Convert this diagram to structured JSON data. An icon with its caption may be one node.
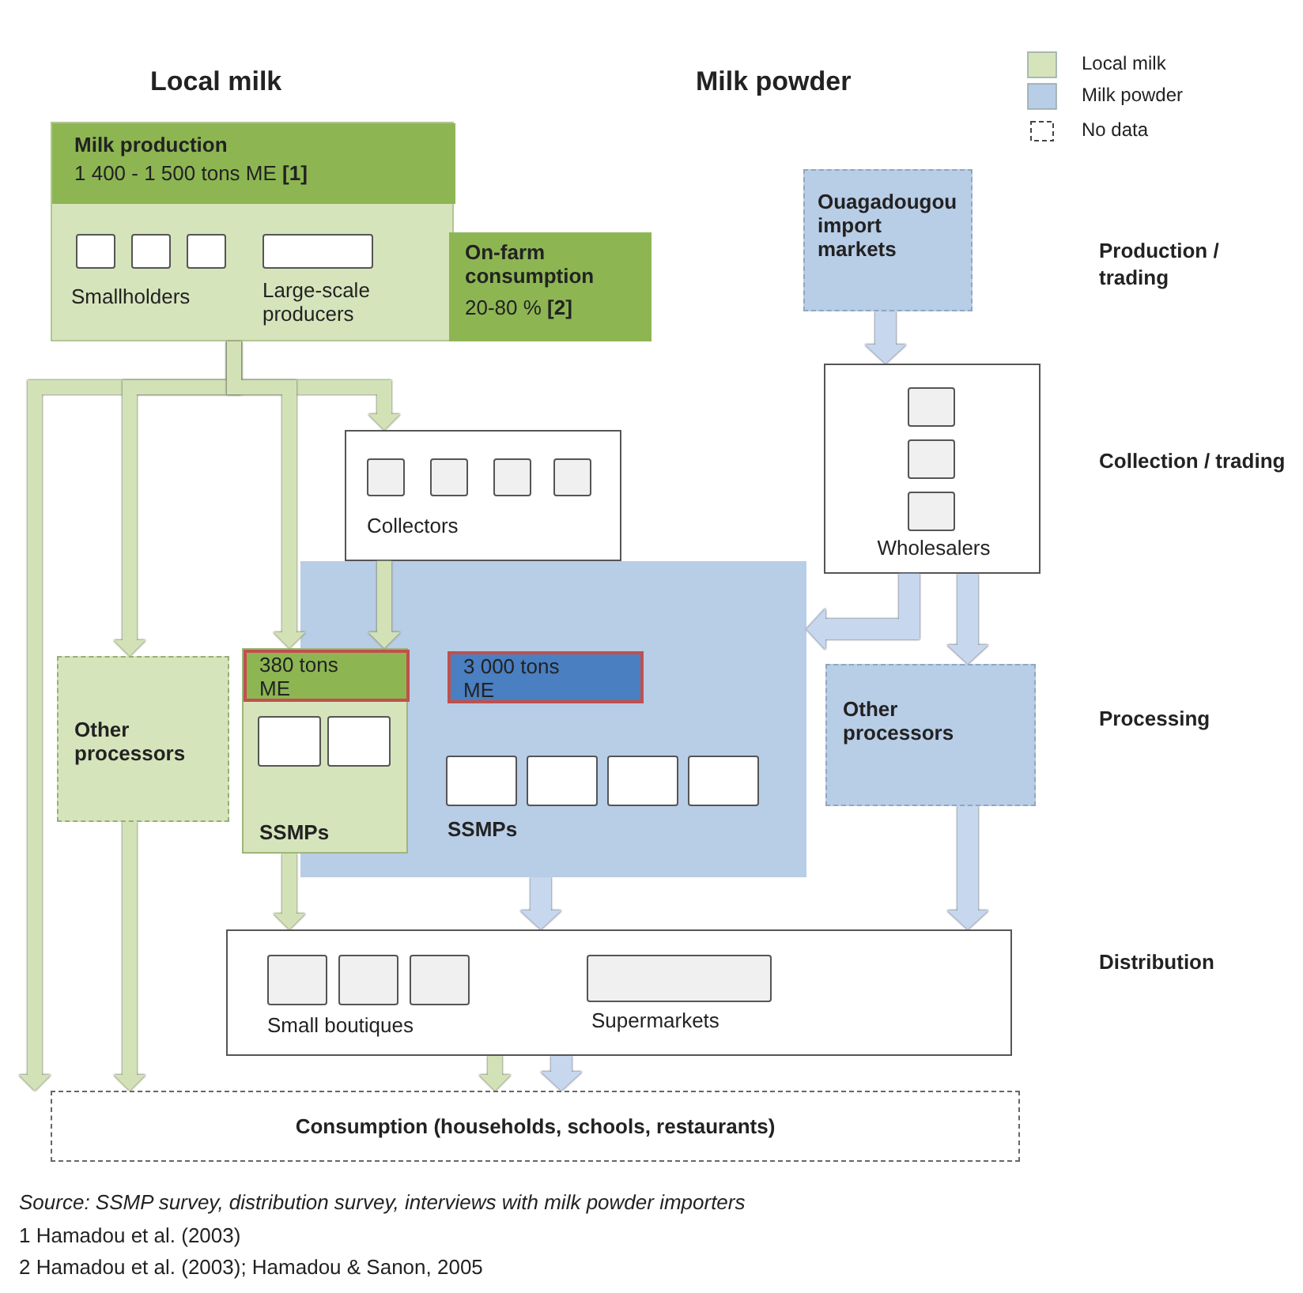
{
  "diagram": {
    "nodes": [
      {
        "text": [
          "Milk production",
          "1 400 - 1 500 tons ME **[1]**",
          "Smallholders",
          "Large-scale producers"
        ]
      },
      {
        "text": [
          "On-farm consumption",
          "20-80 % **[2]**"
        ]
      },
      {
        "text": [
          "Collectors"
        ]
      },
      {
        "text": [
          "Other processors"
        ]
      },
      {
        "text": [
          "SSMPs"
        ]
      },
      {
        "text": [
          "380 tons ME",
          "SSMPs"
        ]
      },
      {
        "text": [
          "3 000 tons ME"
        ],
        "in": 4
      },
      {
        "text": [
          "Ouagadougou import markets"
        ]
      },
      {
        "text": [
          "Wholesalers"
        ]
      },
      {
        "text": [
          "Other processors"
        ]
      },
      {
        "text": [
          "Small boutiques",
          "Supermarkets"
        ]
      },
      {
        "text": [
          "Consumption (households, schools, restaurants)"
        ]
      }
    ],
    "edges": [
      {
        "from": 0,
        "to": 11,
        "arrow": "to"
      },
      {
        "from": 0,
        "to": 3,
        "arrow": "to"
      },
      {
        "from": 0,
        "to": 5,
        "arrow": "to"
      },
      {
        "from": 0,
        "to": 2,
        "arrow": "to"
      },
      {
        "from": 2,
        "to": 5,
        "arrow": "to"
      },
      {
        "from": 3,
        "to": 11,
        "arrow": "to"
      },
      {
        "from": 5,
        "to": 10,
        "arrow": "to"
      },
      {
        "from": 4,
        "to": 10,
        "arrow": "to",
        "color": "#c6d7ee"
      },
      {
        "from": 7,
        "to": 8,
        "arrow": "to",
        "color": "#c6d7ee"
      },
      {
        "from": 8,
        "to": 4,
        "arrow": "to",
        "color": "#c6d7ee"
      },
      {
        "from": 8,
        "to": 9,
        "arrow": "to",
        "color": "#c6d7ee"
      },
      {
        "from": 9,
        "to": 10,
        "arrow": "to",
        "color": "#c6d7ee"
      },
      {
        "from": 10,
        "to": 11,
        "arrow": "to"
      },
      {
        "from": 10,
        "to": 11,
        "arrow": "to",
        "color": "#c6d7ee"
      }
    ],
    "labels": [
      "Local milk",
      "Milk powder",
      "Production / trading",
      "Collection / trading",
      "Processing",
      "Distribution",
      "Source: SSMP survey, distribution survey, interviews with milk powder importers",
      "1 Hamadou et al. (2003)",
      "2 Hamadou et al. (2003); Hamadou & Sanon, 2005"
    ],
    "legend": [
      {
        "text": "Local milk",
        "color": "#d6e4bb"
      },
      {
        "text": "Milk powder",
        "color": "#b8cde6"
      },
      {
        "text": "No data"
      }
    ]
  }
}
